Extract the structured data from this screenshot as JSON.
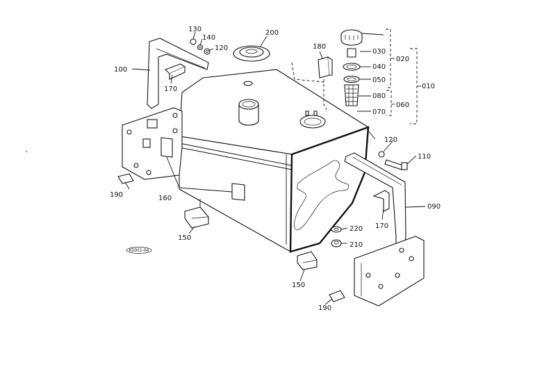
{
  "diagram": {
    "figure_code": "K5001-04",
    "callouts": [
      {
        "id": "c200",
        "label": "200"
      },
      {
        "id": "c130",
        "label": "130"
      },
      {
        "id": "c140",
        "label": "140"
      },
      {
        "id": "c120a",
        "label": "120"
      },
      {
        "id": "c100",
        "label": "100"
      },
      {
        "id": "c170a",
        "label": "170"
      },
      {
        "id": "c180",
        "label": "180"
      },
      {
        "id": "c030",
        "label": "030"
      },
      {
        "id": "c040",
        "label": "040"
      },
      {
        "id": "c050",
        "label": "050"
      },
      {
        "id": "c080",
        "label": "080"
      },
      {
        "id": "c070",
        "label": "070"
      },
      {
        "id": "c020",
        "label": "020"
      },
      {
        "id": "c010",
        "label": "010"
      },
      {
        "id": "c060",
        "label": "060"
      },
      {
        "id": "c120b",
        "label": "120"
      },
      {
        "id": "c110",
        "label": "110"
      },
      {
        "id": "c190a",
        "label": "190"
      },
      {
        "id": "c160",
        "label": "160"
      },
      {
        "id": "c090",
        "label": "090"
      },
      {
        "id": "c170b",
        "label": "170"
      },
      {
        "id": "c220",
        "label": "220"
      },
      {
        "id": "c210",
        "label": "210"
      },
      {
        "id": "c150a",
        "label": "150"
      },
      {
        "id": "c150b",
        "label": "150"
      },
      {
        "id": "c190b",
        "label": "190"
      }
    ]
  }
}
